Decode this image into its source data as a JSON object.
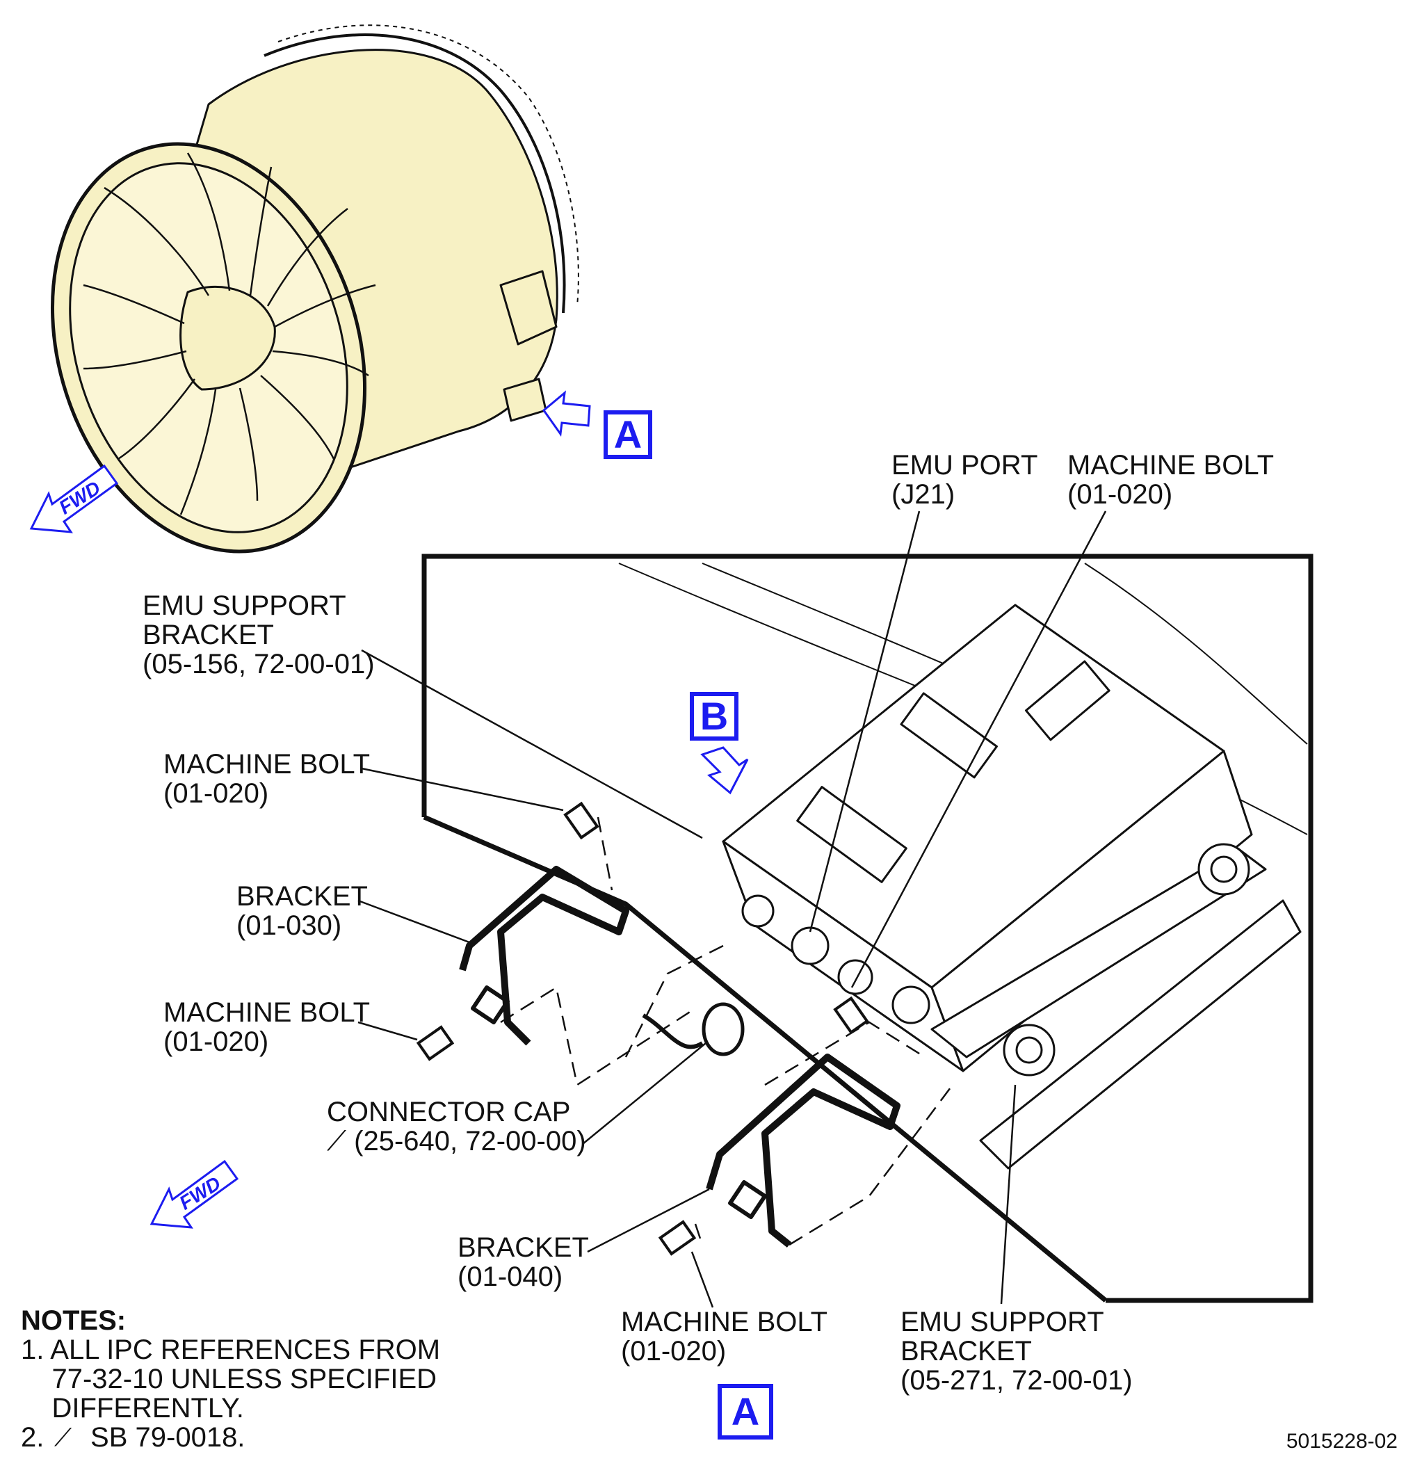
{
  "labels": {
    "emu_port": "EMU PORT\n(J21)",
    "machine_bolt_top_right": "MACHINE BOLT\n(01-020)",
    "emu_support_bracket_156": "EMU SUPPORT\nBRACKET\n(05-156, 72-00-01)",
    "machine_bolt_upper_left": "MACHINE BOLT\n(01-020)",
    "bracket_030": "BRACKET\n(01-030)",
    "machine_bolt_mid_left": "MACHINE BOLT\n(01-020)",
    "connector_cap_line1": "CONNECTOR CAP",
    "connector_cap_line2": "(25-640, 72-00-00)",
    "bracket_040": "BRACKET\n(01-040)",
    "machine_bolt_bottom": "MACHINE BOLT\n(01-020)",
    "emu_support_bracket_271": "EMU SUPPORT\nBRACKET\n(05-271, 72-00-01)"
  },
  "view_markers": {
    "view_a_top": "A",
    "view_b": "B",
    "view_a_bottom": "A"
  },
  "fwd_arrows": [
    "FWD",
    "FWD"
  ],
  "notes": {
    "heading": "NOTES:",
    "items": [
      "1. ALL IPC REFERENCES FROM\n    77-32-10 UNLESS SPECIFIED\n    DIFFERENTLY.",
      "2.      SB 79-0018."
    ]
  },
  "document_number": "5015228-02",
  "colors": {
    "engine_fill": "#f7f1c4",
    "callout_blue": "#1c1cf0",
    "line": "#111111"
  }
}
